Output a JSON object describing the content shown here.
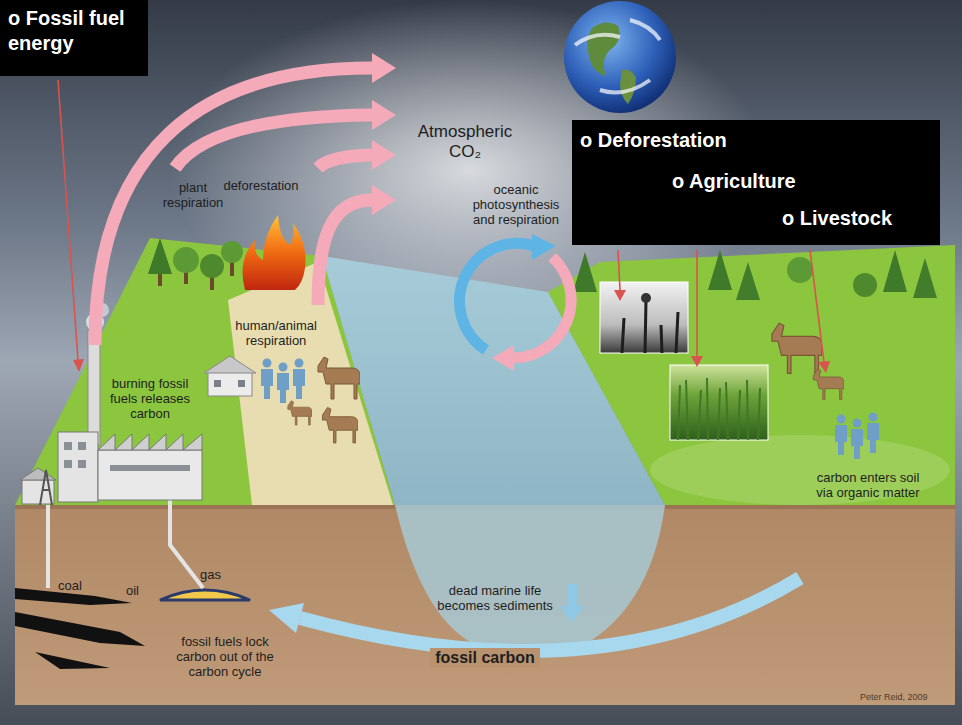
{
  "diagram": {
    "nodes": [
      {
        "text": [
          "o Fossil fuel energy"
        ]
      },
      {
        "text": [
          "o Deforestation",
          "o Agriculture",
          "o Livestock"
        ]
      }
    ],
    "labels": [
      "plant respiration",
      "deforestation",
      "Atmospheric CO₂",
      "oceanic photosynthesis and respiration",
      "human/animal respiration",
      "burning fossil fuels releases carbon",
      "carbon enters soil via organic matter",
      "coal",
      "oil",
      "gas",
      "dead marine life becomes sediments",
      "fossil fuels lock carbon out of the carbon cycle",
      "fossil carbon",
      "Peter Reid, 2009"
    ]
  }
}
